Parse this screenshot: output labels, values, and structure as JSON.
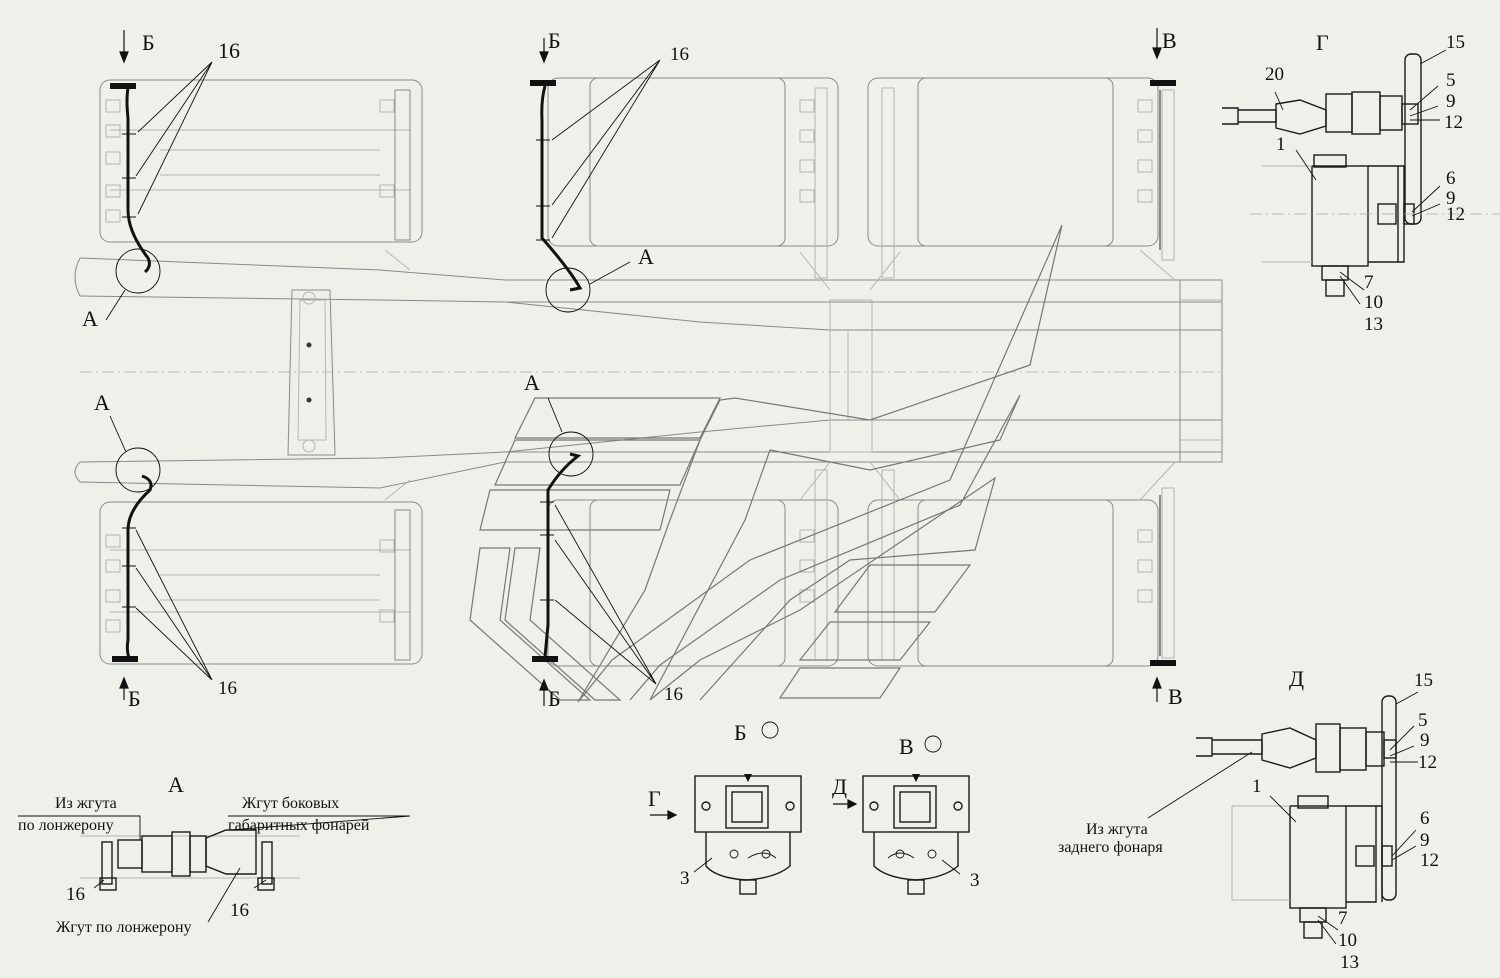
{
  "views": {
    "b": "Б",
    "v": "В",
    "g": "Г",
    "d": "Д",
    "a": "А",
    "b_sec": "Б",
    "v_sec": "В"
  },
  "parts": {
    "p1": "1",
    "p3": "3",
    "p5": "5",
    "p6": "6",
    "p7": "7",
    "p9": "9",
    "p10": "10",
    "p12": "12",
    "p13": "13",
    "p15": "15",
    "p16": "16",
    "p20": "20"
  },
  "notes": {
    "from_harness_line1": "Из жгута",
    "from_harness_line2": "по лонжерону",
    "side_harness_line1": "Жгут боковых",
    "side_harness_line2": "габаритных фонарей",
    "spar_harness": "Жгут по лонжерону",
    "rear_harness_line1": "Из жгута",
    "rear_harness_line2": "заднего фонаря"
  }
}
